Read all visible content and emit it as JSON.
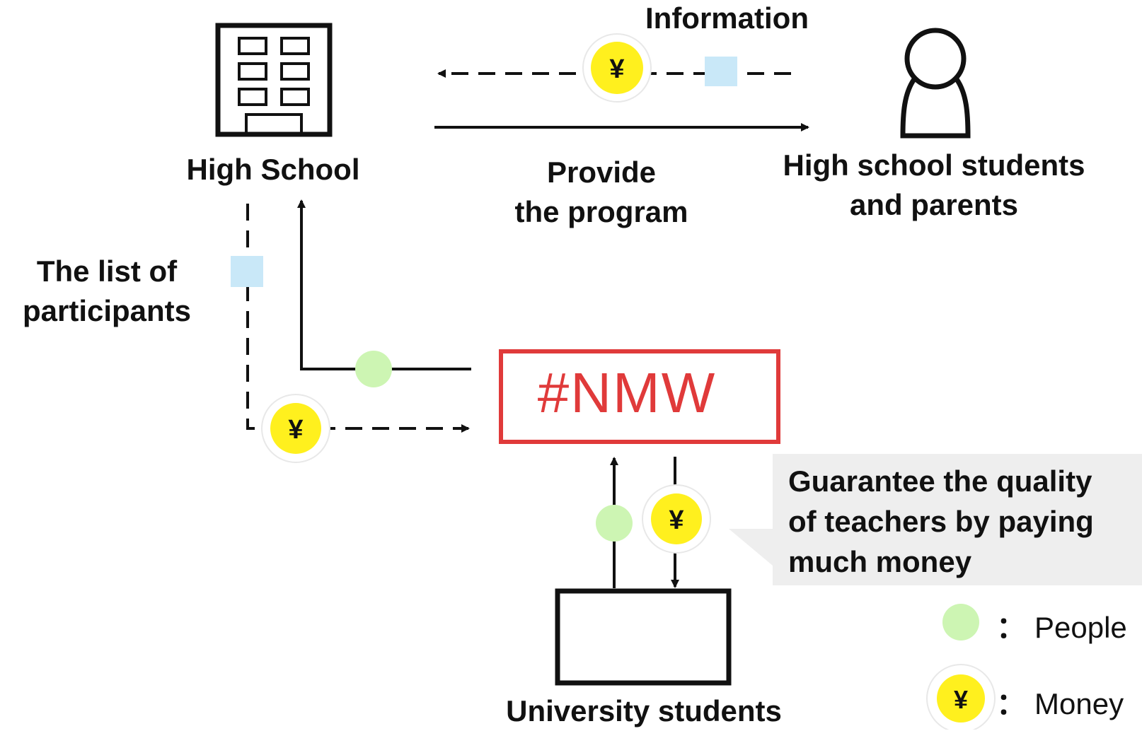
{
  "diagram": {
    "nodes": {
      "high_school": "High School",
      "students_parents": [
        "High school students",
        "and parents"
      ],
      "nmw": "#NMW",
      "university_students": "University students"
    },
    "edges": {
      "information": "Information",
      "provide_program": [
        "Provide",
        "the program"
      ],
      "participants_list": [
        "The list of",
        "participants"
      ]
    },
    "callout": [
      "Guarantee the quality",
      "of teachers by paying",
      "much money"
    ],
    "legend": {
      "people": "People",
      "money": "Money",
      "colon": "："
    },
    "coin_symbol": "¥",
    "colors": {
      "people_dot": "#cdf5b3",
      "coin": "#fff01e",
      "info_square": "#c9e8f8",
      "nmw_border": "#e03a3a",
      "nmw_text": "#e03a3a",
      "callout_bg": "#eeeeee"
    },
    "icons": [
      "building-icon",
      "person-icon",
      "yen-coin-icon",
      "people-dot-icon",
      "info-square-icon"
    ]
  }
}
